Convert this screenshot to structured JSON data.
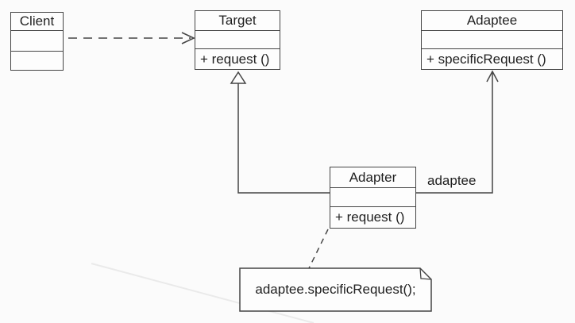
{
  "diagram": {
    "kind": "UML class diagram — Adapter pattern",
    "classes": {
      "client": {
        "name": "Client",
        "methods": []
      },
      "target": {
        "name": "Target",
        "methods": [
          "+ request ()"
        ]
      },
      "adaptee": {
        "name": "Adaptee",
        "methods": [
          "+ specificRequest ()"
        ]
      },
      "adapter": {
        "name": "Adapter",
        "methods": [
          "+ request ()"
        ]
      }
    },
    "relationships": [
      {
        "type": "dependency",
        "from": "Client",
        "to": "Target",
        "style": "dashed-open-arrow"
      },
      {
        "type": "generalization",
        "from": "Adapter",
        "to": "Target",
        "style": "solid-hollow-triangle"
      },
      {
        "type": "association",
        "from": "Adapter",
        "to": "Adaptee",
        "label": "adaptee",
        "style": "solid-open-arrow"
      },
      {
        "type": "note-anchor",
        "from": "Adapter",
        "to": "note",
        "style": "dashed"
      }
    ],
    "note": {
      "text": "adaptee.specificRequest();"
    },
    "colors": {
      "line": "#454545",
      "text": "#1f1f1f",
      "fill": "#fdfdfd",
      "background": "#fbfbfb"
    }
  }
}
